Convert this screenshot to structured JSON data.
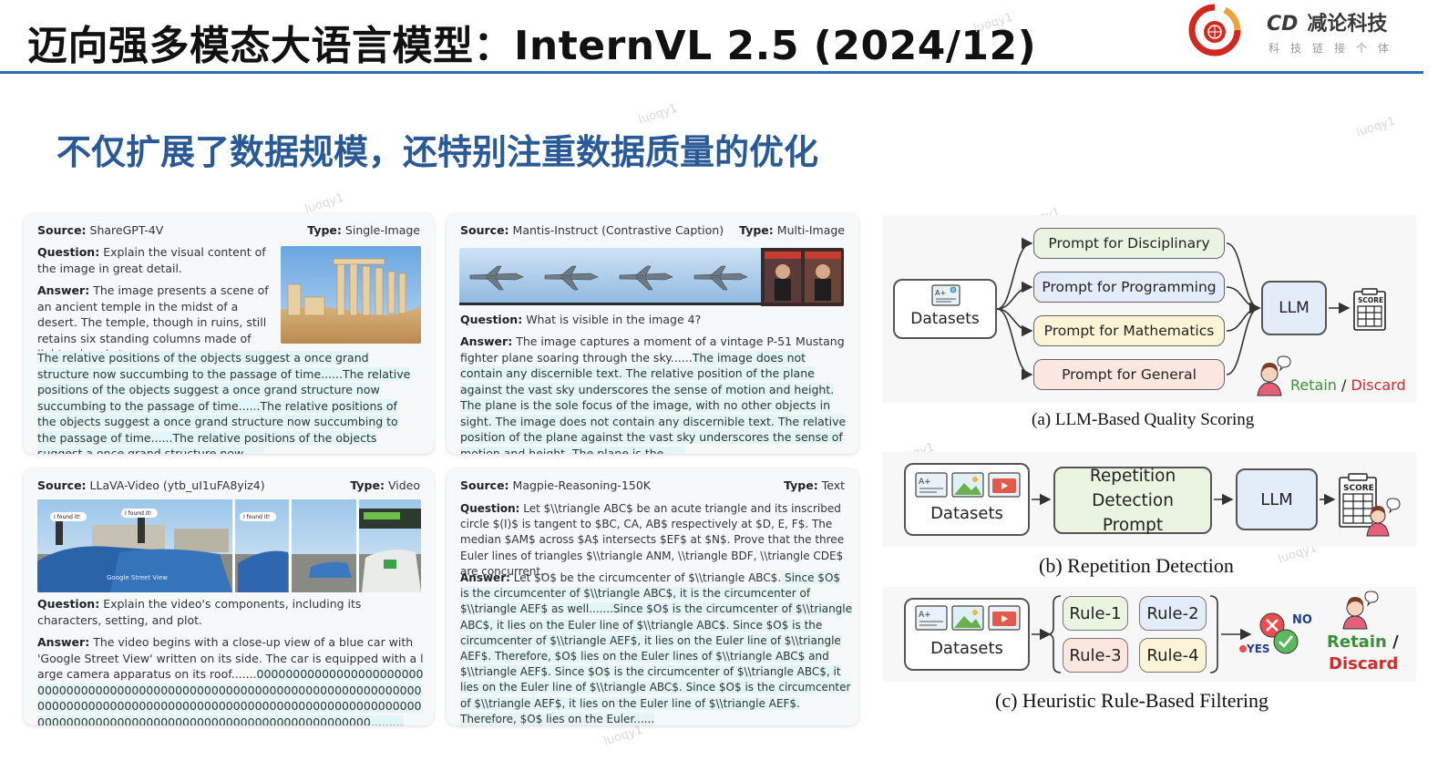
{
  "header": {
    "title": "迈向强多模态大语言模型：InternVL 2.5 (2024/12)",
    "brand": "减论科技",
    "tagline": "科技链接个体"
  },
  "subtitle": "不仅扩展了数据规模，还特别注重数据质量的优化",
  "watermark": "luoqy1",
  "labels": {
    "source": "Source:",
    "type": "Type:",
    "question": "Question:",
    "answer": "Answer:"
  },
  "cards": [
    {
      "source": "ShareGPT-4V",
      "type": "Single-Image",
      "question": "Explain the visual content of the image in great detail.",
      "answer": "The image presents a scene of an ancient temple in the midst of a desert. The temple, though in ruins, still retains six standing columns made of light-colored stone.",
      "highlight": "The relative positions of the objects suggest a once grand structure now succumbing to the passage of time......The relative positions of the objects suggest a once grand structure now succumbing to the passage of time......The relative positions of the objects suggest a once grand structure now succumbing to the passage of time......The relative positions of the objects suggest a once grand structure now......"
    },
    {
      "source": "Mantis-Instruct (Contrastive Caption)",
      "type": "Multi-Image",
      "question": "What is visible in the image 4?",
      "answer_plain": "The image captures a moment of a vintage P-51 Mustang fighter plane soaring through the sky......",
      "answer_highlight": "The image does not contain any discernible text. The relative position of the plane against the vast sky underscores the sense of motion and height. The plane is the sole focus of the image, with no other objects in sight. The image does not contain any discernible text. The relative position of the plane against the vast sky underscores the sense of motion and height. The plane is the......"
    },
    {
      "source": "LLaVA-Video (ytb_uI1uFA8yiz4)",
      "type": "Video",
      "question": "Explain the video's components, including its characters, setting, and plot.",
      "answer_plain": "The video begins with a close-up view of a blue car with 'Google Street View' written on its side. The car is equipped with a large camera apparatus on its roof.......",
      "answer_highlight": "0000000000000000000000000000000000000000000000000000000000000000000000000000000000000000000000000000000000000000000000000000000000000000000000000000000000000000000000000000000........."
    },
    {
      "source": "Magpie-Reasoning-150K",
      "type": "Text",
      "question": "Let $\\\\triangle ABC$ be an acute triangle and its inscribed circle $(I)$ is tangent to $BC, CA, AB$ respectively at $D, E, F$. The median $AM$ across $A$ intersects $EF$ at $N$. Prove that the three Euler lines of triangles $\\\\triangle ANM, \\\\triangle BDF, \\\\triangle CDE$ are concurrent.",
      "answer_plain": "Let $O$ be the circumcenter of $\\\\triangle ABC$.",
      "answer_highlight": " Since $O$ is the circumcenter of $\\\\triangle ABC$, it is the circumcenter of $\\\\triangle AEF$ as well.......Since $O$ is the circumcenter of $\\\\triangle ABC$, it lies on the Euler line of $\\\\triangle ABC$.  Since $O$ is the circumcenter of $\\\\triangle AEF$, it lies on the Euler line of $\\\\triangle AEF$.  Therefore, $O$ lies on the Euler lines of $\\\\triangle ABC$ and $\\\\triangle AEF$.  Since $O$ is the circumcenter of $\\\\triangle ABC$, it lies on the Euler line of $\\\\triangle ABC$.  Since $O$ is the circumcenter of $\\\\triangle AEF$, it lies on the Euler line of $\\\\triangle AEF$.  Therefore, $O$ lies on the Euler......"
    }
  ],
  "images": {
    "video_caption": "I found it!",
    "video_side_caption": "Google Street View"
  },
  "diagram": {
    "a": {
      "datasets": "Datasets",
      "prompts": [
        "Prompt for Disciplinary",
        "Prompt for Programming",
        "Prompt for Mathematics",
        "Prompt for General"
      ],
      "prompt_colors": [
        "#e9f5e1",
        "#e3edf9",
        "#fbf4d7",
        "#fbe7df"
      ],
      "llm": "LLM",
      "score": "SCORE",
      "retain": "Retain",
      "slash": " / ",
      "discard": "Discard",
      "caption": "(a) LLM-Based Quality Scoring"
    },
    "b": {
      "datasets": "Datasets",
      "prompt": "Repetition Detection Prompt",
      "llm": "LLM",
      "score": "SCORE",
      "caption": "(b) Repetition Detection"
    },
    "c": {
      "datasets": "Datasets",
      "rules": [
        "Rule-1",
        "Rule-2",
        "Rule-3",
        "Rule-4"
      ],
      "rule_colors": [
        "#e9f5e1",
        "#e3edf9",
        "#fbe7df",
        "#fbf4d7"
      ],
      "no": "NO",
      "yes": "YES",
      "retain": "Retain",
      "slash": " /",
      "discard": "Discard",
      "caption": "(c) Heuristic Rule-Based Filtering"
    },
    "colors": {
      "retain": "#3f8f3a",
      "discard": "#d22b2b",
      "accent": "#2e6bb8"
    }
  }
}
